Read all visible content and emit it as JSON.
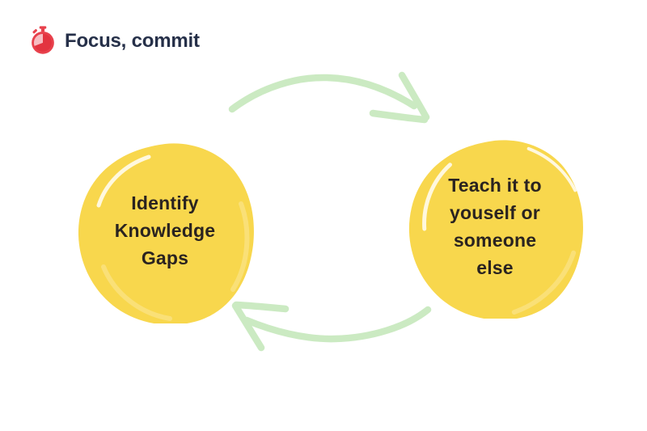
{
  "brand": {
    "name": "Focus, commit",
    "icon": "stopwatch-icon",
    "colors": {
      "icon_red": "#E8414C",
      "icon_pink_slice": "#F7BDC2",
      "text_navy": "#263049"
    }
  },
  "diagram": {
    "type": "cycle",
    "background": "#FFFFFF",
    "node_fill": "#F8D74D",
    "node_highlight_light": "#FAE17C",
    "node_highlight_cream": "#FFFAE6",
    "node_text_color": "#2A2320",
    "arrow_color": "#CBEAC2",
    "nodes": [
      {
        "id": "identify-knowledge-gaps",
        "lines": [
          "Identify",
          "Knowledge",
          "Gaps"
        ]
      },
      {
        "id": "teach-it",
        "lines": [
          "Teach it to",
          "youself or",
          "someone",
          "else"
        ]
      }
    ],
    "arrows": [
      {
        "id": "top",
        "direction": "left-to-right",
        "from": "identify-knowledge-gaps",
        "to": "teach-it"
      },
      {
        "id": "bottom",
        "direction": "right-to-left",
        "from": "teach-it",
        "to": "identify-knowledge-gaps"
      }
    ]
  }
}
